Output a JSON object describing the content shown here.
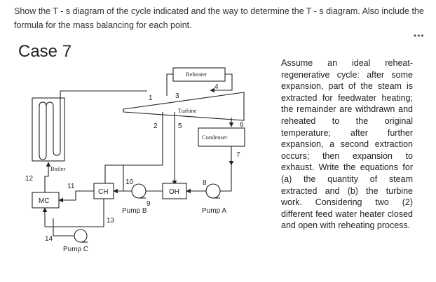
{
  "question": "Show the T - s diagram of the cycle indicated and the way to determine the T - s diagram. Also include the formula for the mass balancing for each point.",
  "case_title": "Case 7",
  "more_icon": "ellipsis-icon",
  "assume_text": "Assume an ideal reheat-regenerative cycle: after some expansion, part of the steam is extracted for feedwater heating; the remainder are withdrawn and reheated to the original temperature; after further expansion, a second extraction occurs; then expansion to exhaust. Write the equations for (a) the quantity of steam extracted and (b) the turbine work. Considering two (2) different feed water heater closed and open with reheating process.",
  "diagram": {
    "reheater": "Reheater",
    "turbine": "Turbine",
    "condenser": "Condenser",
    "boiler": "Boiler",
    "ch": "CH",
    "oh": "OH",
    "mc": "MC",
    "pump_a": "Pump A",
    "pump_b": "Pump B",
    "pump_c": "Pump C",
    "points": {
      "p1": "1",
      "p2": "2",
      "p3": "3",
      "p4": "4",
      "p5": "5",
      "p6": "6",
      "p7": "7",
      "p8": "8",
      "p9": "9",
      "p10": "10",
      "p11": "11",
      "p12": "12",
      "p13": "13",
      "p14": "14"
    }
  }
}
